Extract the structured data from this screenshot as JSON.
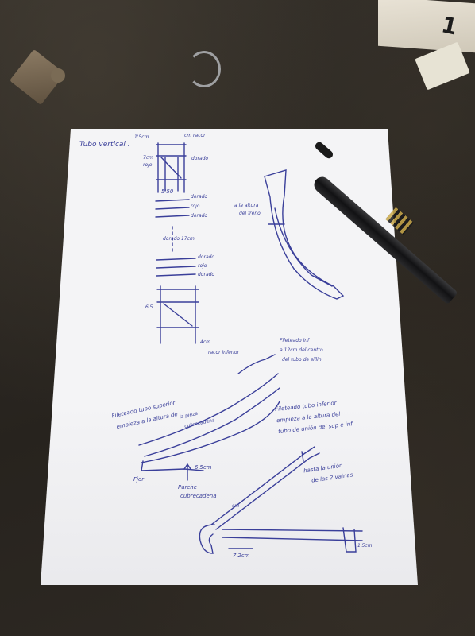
{
  "scene": {
    "colors": {
      "workbench": "#2c2822",
      "paper": "#f4f4f6",
      "ink": "#3a3f9a",
      "pen_barrel": "#121214"
    },
    "scrap_label": "1",
    "icons": [
      "fountain-pen-icon"
    ]
  },
  "sketch": {
    "title": "Tubo vertical :",
    "notes": {
      "top_dim": "1'5cm",
      "top_ref": "cm racor",
      "side_7cm": "7cm",
      "side_rojo": "rojo",
      "dorado_1": "dorado",
      "mid_dim": "5'50",
      "stack_dorado": "dorado",
      "stack_rojo": "rojo",
      "stack_dorado_2": "dorado",
      "middle_label": "dorado 17cm",
      "stack2_dorado": "dorado",
      "stack2_rojo": "rojo",
      "stack2_dorado_2": "dorado",
      "lower_dim": "6'5",
      "lower_4cm": "4cm",
      "lower_ref": "racor inferior",
      "seatstay_note_1": "a la altura",
      "seatstay_note_2": "del freno",
      "chainstay_note_1": "Fileteado inf",
      "chainstay_note_2": "a 12cm del centro",
      "chainstay_note_3": "del tubo de sillín",
      "left_note_1": "Fileteado tubo superior",
      "left_note_2": "empieza a la altura de",
      "left_note_3": "la pieza",
      "left_note_4": "cubrecadena",
      "right_note_1": "Fileteado tubo inferior",
      "right_note_2": "empieza a la altura del",
      "right_note_3": "tubo de unión del sup e inf.",
      "dim_6cm": "6'5cm",
      "fjor": "Fjor",
      "patch_1": "Parche",
      "patch_2": "cubrecadena",
      "stay_note_1": "hasta la unión",
      "stay_note_2": "de las 2 vainas",
      "dim_bottom_1": "7'2cm",
      "dim_bottom_2": "1'5cm",
      "dim_bottom_3": "cm"
    }
  }
}
